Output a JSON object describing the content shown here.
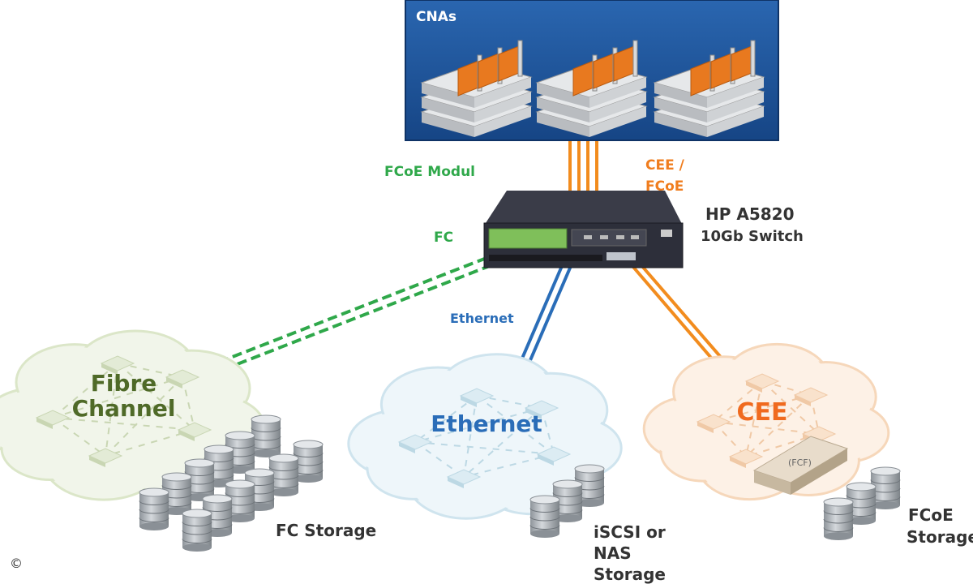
{
  "cna": {
    "title": "CNAs"
  },
  "labels": {
    "fcoe_modul": "FCoE Modul",
    "cee_fcoe_1": "CEE /",
    "cee_fcoe_2": "FCoE",
    "switch_name": "HP A5820",
    "switch_desc": "10Gb Switch",
    "fc": "FC",
    "ethernet_link": "Ethernet"
  },
  "clouds": {
    "fc_line1": "Fibre",
    "fc_line2": "Channel",
    "ethernet": "Ethernet",
    "cee": "CEE",
    "fcf": "(FCF)"
  },
  "storage": {
    "fc": "FC Storage",
    "iscsi_1": "iSCSI or",
    "iscsi_2": "NAS",
    "iscsi_3": "Storage",
    "fcoe_1": "FCoE",
    "fcoe_2": "Storage"
  },
  "copyright": "©",
  "colors": {
    "cna_bg": "#1b4f96",
    "green": "#2fa84a",
    "orange": "#f07d1e",
    "blue": "#2a6db8"
  }
}
